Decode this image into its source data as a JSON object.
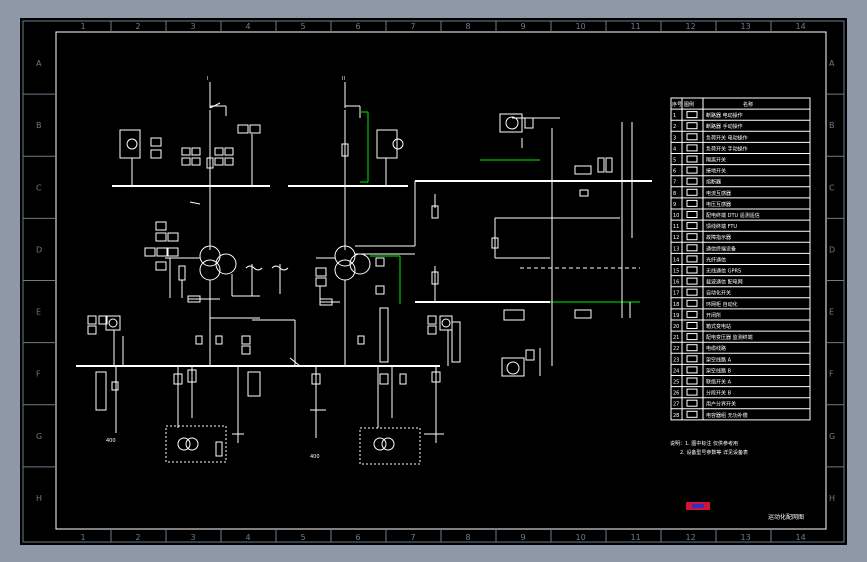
{
  "drawing": {
    "title": "运动化配网图",
    "column_numbers": [
      "1",
      "2",
      "3",
      "4",
      "5",
      "6",
      "7",
      "8",
      "9",
      "10",
      "11",
      "12",
      "13",
      "14"
    ],
    "row_letters": [
      "A",
      "B",
      "C",
      "D",
      "E",
      "F",
      "G",
      "H"
    ],
    "bus_labels": {
      "bus1_top": "I",
      "bus2_top": "II"
    },
    "notes": [
      "说明：1. 图中标注 仅供参考用",
      "2. 设备型号参数等 详见设备表"
    ],
    "legend": {
      "headers": [
        "序号",
        "图例",
        "名称"
      ],
      "rows": [
        {
          "no": "1",
          "name": "断路器 电动操作"
        },
        {
          "no": "2",
          "name": "断路器 手动操作"
        },
        {
          "no": "3",
          "name": "负荷开关 电动操作"
        },
        {
          "no": "4",
          "name": "负荷开关 手动操作"
        },
        {
          "no": "5",
          "name": "隔离开关"
        },
        {
          "no": "6",
          "name": "接地开关"
        },
        {
          "no": "7",
          "name": "熔断器"
        },
        {
          "no": "8",
          "name": "电流互感器"
        },
        {
          "no": "9",
          "name": "电压互感器"
        },
        {
          "no": "10",
          "name": "配电终端 DTU 遥测遥信"
        },
        {
          "no": "11",
          "name": "馈线终端 FTU"
        },
        {
          "no": "12",
          "name": "故障指示器"
        },
        {
          "no": "13",
          "name": "通信终端设备"
        },
        {
          "no": "14",
          "name": "光纤通信"
        },
        {
          "no": "15",
          "name": "无线通信 GPRS"
        },
        {
          "no": "16",
          "name": "载波通信 配电网"
        },
        {
          "no": "17",
          "name": "自动化开关"
        },
        {
          "no": "18",
          "name": "环网柜 自动化"
        },
        {
          "no": "19",
          "name": "开闭所"
        },
        {
          "no": "20",
          "name": "箱式变电站"
        },
        {
          "no": "21",
          "name": "配电变压器 监测终端"
        },
        {
          "no": "22",
          "name": "电缆线路"
        },
        {
          "no": "23",
          "name": "架空线路 A"
        },
        {
          "no": "24",
          "name": "架空线路 B"
        },
        {
          "no": "25",
          "name": "联络开关 A"
        },
        {
          "no": "26",
          "name": "分段开关 B"
        },
        {
          "no": "27",
          "name": "用户分界开关"
        },
        {
          "no": "28",
          "name": "电容器组 无功补偿"
        }
      ]
    }
  }
}
